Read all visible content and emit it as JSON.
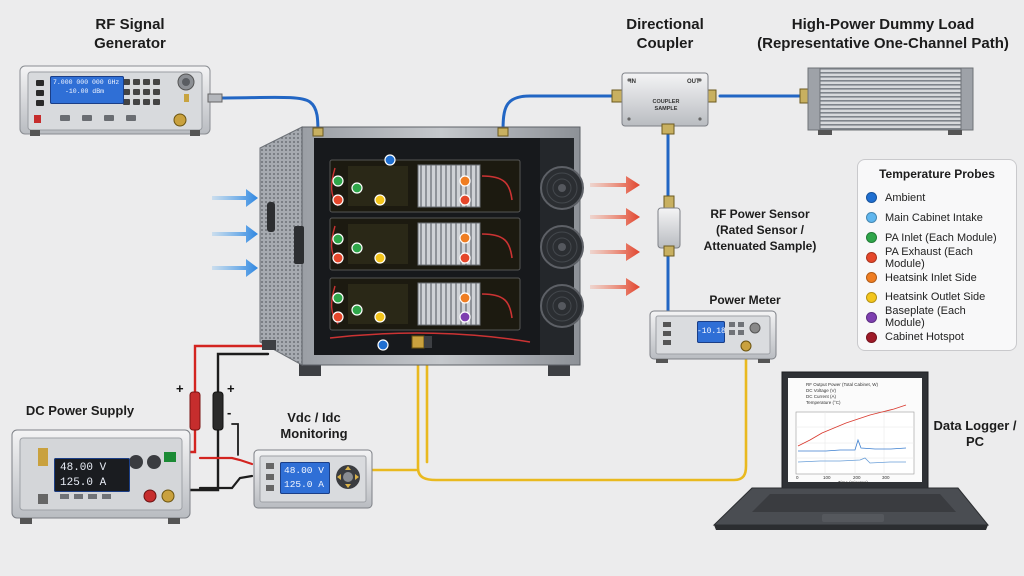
{
  "labels": {
    "rf_generator": [
      "RF Signal",
      "Generator"
    ],
    "directional_coupler": [
      "Directional",
      "Coupler"
    ],
    "dummy_load": [
      "High-Power Dummy Load",
      "(Representative One-Channel Path)"
    ],
    "rf_power_sensor": [
      "RF Power Sensor",
      "(Rated Sensor /",
      "Attenuated Sample)"
    ],
    "power_meter": "Power Meter",
    "dc_power_supply": "DC Power Supply",
    "vdc_idc_monitoring": [
      "Vdc / Idc",
      "Monitoring"
    ],
    "data_logger": [
      "Data Logger /",
      "PC"
    ]
  },
  "rf_generator_display": {
    "frequency": "7.000 000 000 GHz",
    "level": "-10.00 dBm"
  },
  "coupler_marks": {
    "in": "IN",
    "out": "OUT",
    "sample": [
      "COUPLER",
      "SAMPLE"
    ]
  },
  "power_meter_display": "-10.18",
  "dc_supply_display": {
    "voltage": "48.00",
    "voltage_unit": "V",
    "current": "125.0",
    "current_unit": "A"
  },
  "monitor_display": {
    "voltage": "48.00 V",
    "current": "125.0 A"
  },
  "polarity": {
    "plus": "+",
    "minus": "-"
  },
  "legend": {
    "title": "Temperature Probes",
    "items": [
      {
        "label": "Ambient",
        "color": "#1f6fd1"
      },
      {
        "label": "Main Cabinet Intake",
        "color": "#5fb6ee"
      },
      {
        "label": "PA Inlet (Each Module)",
        "color": "#2fa64a"
      },
      {
        "label": "PA Exhaust (Each Module)",
        "color": "#e5472b"
      },
      {
        "label": "Heatsink Inlet Side",
        "color": "#ef7d22"
      },
      {
        "label": "Heatsink Outlet Side",
        "color": "#f3c51c"
      },
      {
        "label": "Baseplate (Each Module)",
        "color": "#7e3fb0"
      },
      {
        "label": "Cabinet Hotspot",
        "color": "#9e1a28"
      }
    ]
  },
  "laptop_chart": {
    "legend": [
      "RF Output Power (Total Cabinet, W)",
      "DC Voltage (V)",
      "DC Current (A)",
      "Temperature (°C)"
    ],
    "x_ticks": [
      "0",
      "100",
      "200",
      "300"
    ],
    "x_label": "Time (minutes)",
    "series_colors": {
      "power": "#d93a2f",
      "voltage": "#3c7fd0",
      "current": "#6a9fd8"
    }
  }
}
